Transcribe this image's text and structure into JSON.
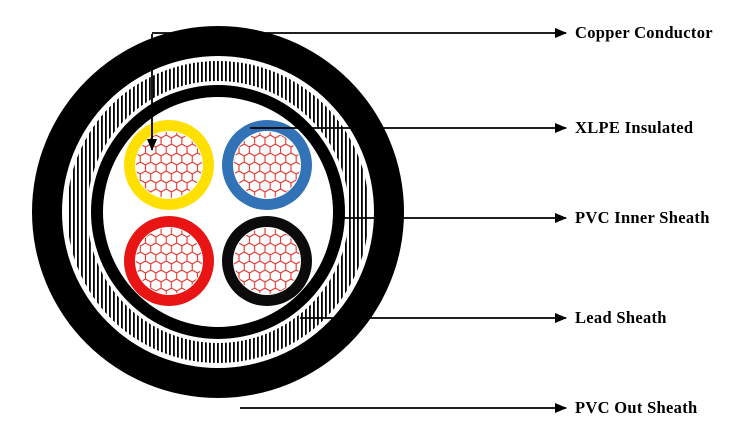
{
  "diagram": {
    "type": "cable-cross-section",
    "labels": [
      {
        "name": "copper-conductor",
        "text": "Copper Conductor",
        "target": "copper-strand-mesh"
      },
      {
        "name": "xlpe-insulated",
        "text": "XLPE Insulated",
        "target": "core-insulation-ring"
      },
      {
        "name": "pvc-inner-sheath",
        "text": "PVC Inner Sheath",
        "target": "inner-sheath-ring"
      },
      {
        "name": "lead-sheath",
        "text": "Lead Sheath",
        "target": "lead-sheath-ring"
      },
      {
        "name": "pvc-out-sheath",
        "text": "PVC Out Sheath",
        "target": "outer-sheath-ring"
      }
    ],
    "colors": {
      "sheath_black": "#000000",
      "core_yellow": "#ffe000",
      "core_blue": "#3273b8",
      "core_red": "#e91414",
      "core_black": "#0b0b0b",
      "mesh_red": "#e53228",
      "background": "#ffffff"
    }
  }
}
